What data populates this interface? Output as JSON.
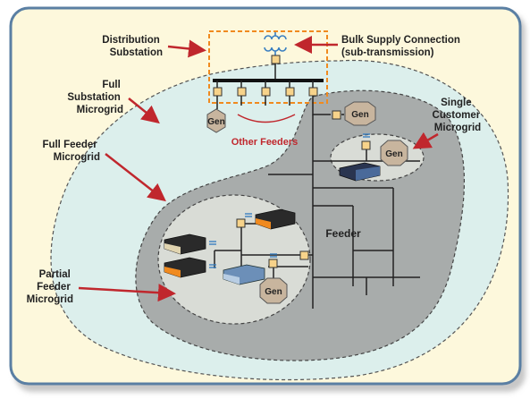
{
  "labels": {
    "distribution_substation": [
      "Distribution",
      "Substation"
    ],
    "bulk_supply": [
      "Bulk Supply Connection",
      "(sub-transmission)"
    ],
    "full_substation_microgrid": [
      "Full",
      "Substation",
      "Microgrid"
    ],
    "full_feeder_microgrid": [
      "Full Feeder",
      "Microgrid"
    ],
    "partial_feeder_microgrid": [
      "Partial",
      "Feeder",
      "Microgrid"
    ],
    "single_customer_microgrid": [
      "Single",
      "Customer",
      "Microgrid"
    ],
    "other_feeders": "Other Feeders",
    "feeder": "Feeder",
    "gen": "Gen"
  },
  "colors": {
    "frame_bg": "#fdf8dc",
    "frame_border": "#5a7fa3",
    "substation_zone": "#dcefec",
    "feeder_zone": "#a8acab",
    "partial_zone": "#d9dcd6",
    "single_zone": "#d9dcd6",
    "arrow_red": "#c0272d",
    "substation_box": "#f08a1f",
    "node_fill": "#f7d38a",
    "gen_fill": "#c8b59e"
  },
  "icons": [
    "transformer-icon",
    "building-icon",
    "generator-icon",
    "breaker-icon"
  ]
}
